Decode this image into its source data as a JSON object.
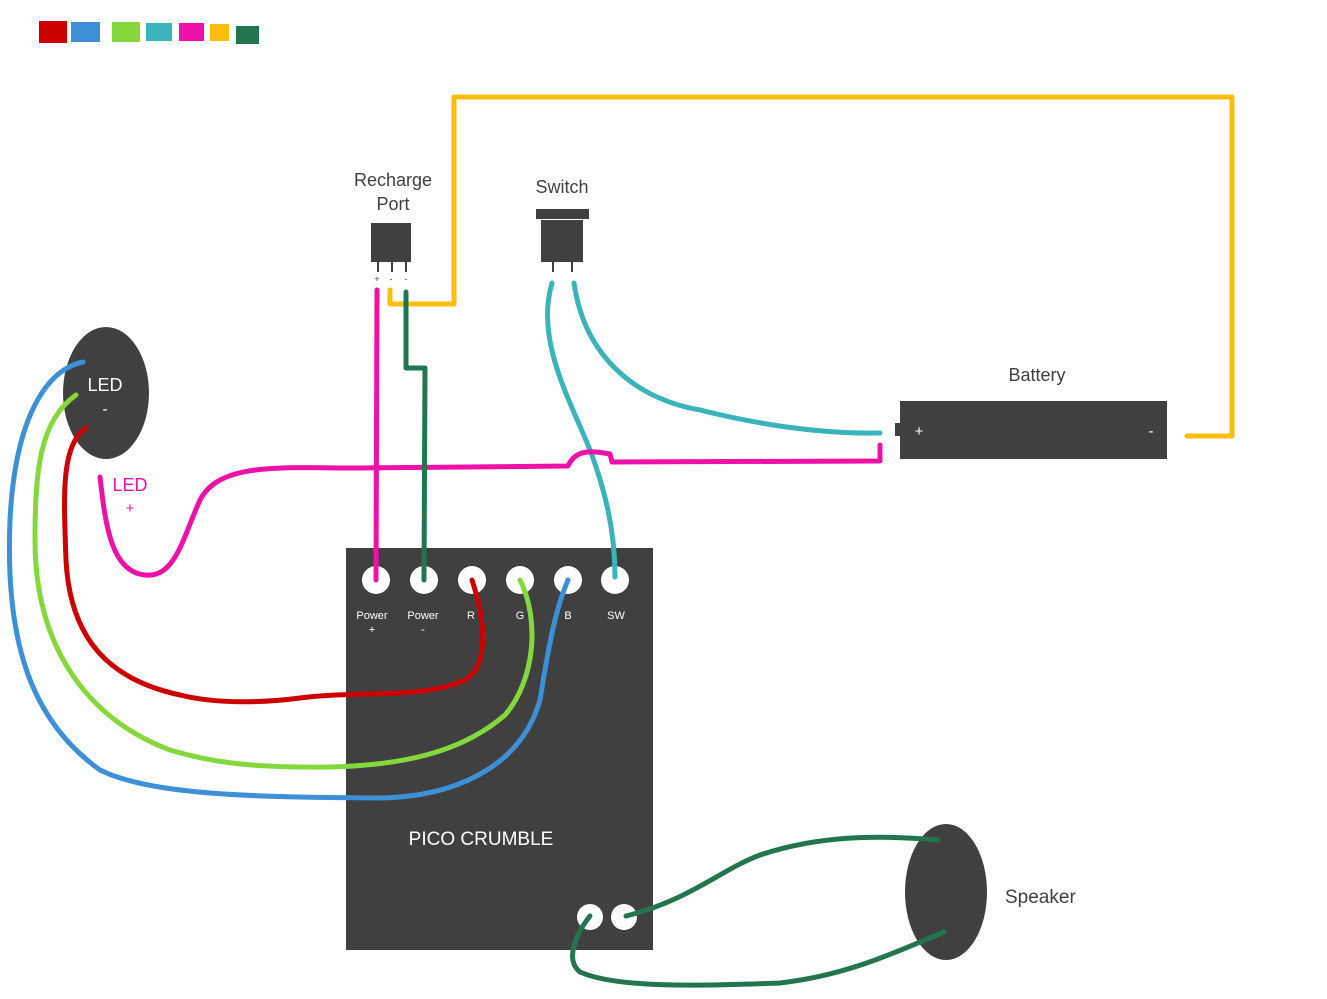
{
  "palette": {
    "red": "#cc0000",
    "blue": "#3d8fd6",
    "green": "#84d83c",
    "teal": "#3bb3bb",
    "magenta": "#ee11a8",
    "yellow": "#fdbd0d",
    "dark_green": "#237550",
    "component": "#404040",
    "text": "#404040",
    "white": "#ffffff"
  },
  "swatches": [
    "red",
    "blue",
    "green",
    "teal",
    "magenta",
    "yellow",
    "dark_green"
  ],
  "components": {
    "recharge_port": {
      "label_line1": "Recharge",
      "label_line2": "Port",
      "pin_labels": [
        "+",
        "-",
        "-"
      ]
    },
    "switch": {
      "label": "Switch"
    },
    "battery": {
      "label": "Battery",
      "plus": "+",
      "minus": "-"
    },
    "led": {
      "label": "LED",
      "minus": "-",
      "plus_label": "LED",
      "plus_sign": "+"
    },
    "pico": {
      "title": "PICO CRUMBLE",
      "pins": [
        {
          "line1": "Power",
          "line2": "+"
        },
        {
          "line1": "Power",
          "line2": "-"
        },
        {
          "line1": "R",
          "line2": ""
        },
        {
          "line1": "G",
          "line2": ""
        },
        {
          "line1": "B",
          "line2": ""
        },
        {
          "line1": "SW",
          "line2": ""
        }
      ]
    },
    "speaker": {
      "label": "Speaker"
    }
  }
}
